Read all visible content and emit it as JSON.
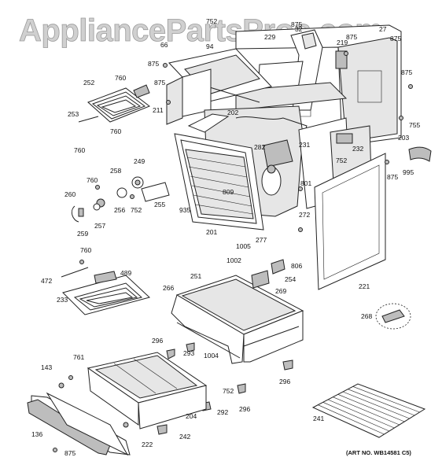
{
  "watermark": "AppliancePartsPros.com",
  "art_number": "(ART NO. WB14581 C5)",
  "labels": [
    "752",
    "875",
    "875",
    "32",
    "219",
    "27",
    "875",
    "66",
    "229",
    "94",
    "875",
    "875",
    "760",
    "252",
    "875",
    "211",
    "202",
    "755",
    "253",
    "760",
    "760",
    "203",
    "282",
    "232",
    "231",
    "752",
    "995",
    "249",
    "258",
    "875",
    "760",
    "801",
    "809",
    "260",
    "255",
    "752",
    "256",
    "272",
    "257",
    "935",
    "201",
    "277",
    "259",
    "1005",
    "760",
    "1002",
    "806",
    "489",
    "472",
    "254",
    "233",
    "251",
    "269",
    "266",
    "221",
    "268",
    "296",
    "293",
    "1004",
    "761",
    "143",
    "296",
    "752",
    "292",
    "296",
    "204",
    "136",
    "242",
    "222",
    "241",
    "875"
  ]
}
